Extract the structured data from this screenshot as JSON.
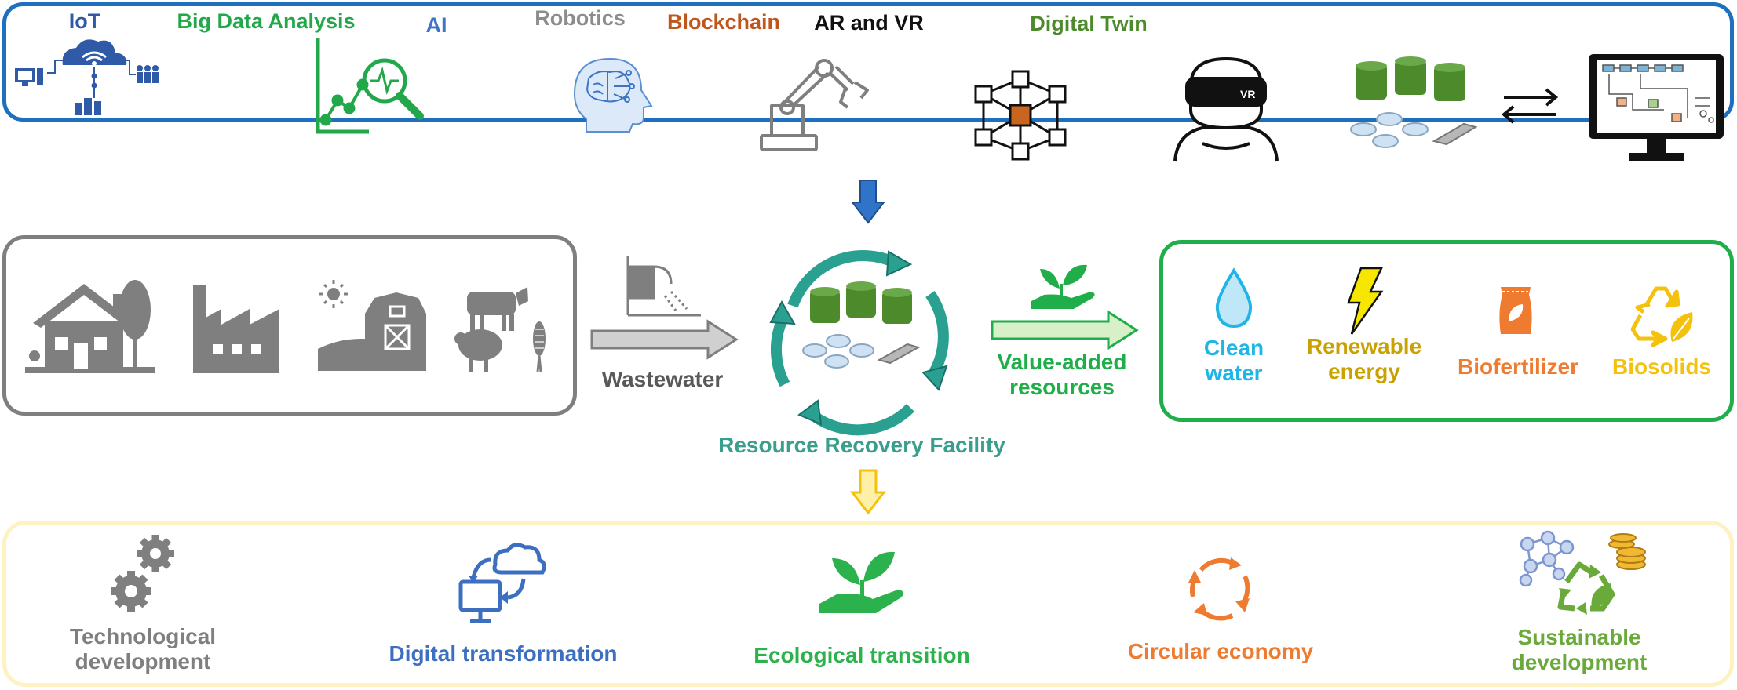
{
  "tech": {
    "iot": "IoT",
    "big_data": "Big Data Analysis",
    "ai": "AI",
    "robotics": "Robotics",
    "blockchain": "Blockchain",
    "ar_vr": "AR and VR",
    "digital_twin": "Digital Twin",
    "vr_badge": "VR"
  },
  "flow": {
    "wastewater": "Wastewater",
    "facility": "Resource Recovery Facility",
    "value_added_1": "Value-added",
    "value_added_2": "resources"
  },
  "resources": {
    "clean_1": "Clean",
    "clean_2": "water",
    "renew_1": "Renewable",
    "renew_2": "energy",
    "biofertilizer": "Biofertilizer",
    "biosolids": "Biosolids"
  },
  "outcomes": {
    "tech_1": "Technological",
    "tech_2": "development",
    "digital": "Digital transformation",
    "ecological": "Ecological transition",
    "circular": "Circular economy",
    "sust_1": "Sustainable",
    "sust_2": "development"
  },
  "colors": {
    "blue_frame": "#1f6fbf",
    "grey_frame": "#7f7f7f",
    "green_frame": "#1fae4a",
    "yellow_frame": "#fff2c2",
    "iot": "#2f5aa8",
    "big_data": "#22a84a",
    "ai": "#3d74c4",
    "robotics": "#8c8c8c",
    "blockchain": "#c0561b",
    "digital_twin": "#4c8a2c",
    "facility": "#3a9e8c",
    "clean_water": "#1fb5e6",
    "renewable": "#c9a100",
    "biofertilizer": "#ee7b30",
    "biosolids": "#f4c20d",
    "tech_dev": "#7f7f7f",
    "digital": "#3d6fc0",
    "ecological": "#2bb24c",
    "circular": "#ee7b30",
    "sustainable": "#6aaa3a"
  }
}
